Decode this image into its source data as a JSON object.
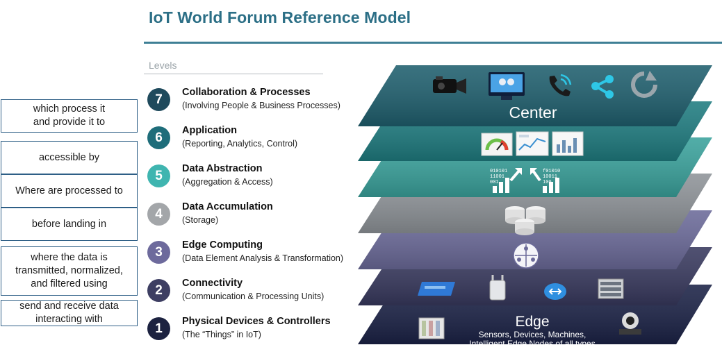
{
  "header": {
    "title": "IoT World Forum Reference Model",
    "levels_label": "Levels"
  },
  "annotations": [
    "which process it\nand provide it to",
    "accessible by",
    "Where are processed to",
    "before landing in",
    "where the data is\ntransmitted, normalized,\nand filtered using",
    "send and receive data\ninteracting with"
  ],
  "levels": [
    {
      "number": "7",
      "name": "Collaboration & Processes",
      "desc": "(Involving People & Business Processes)",
      "color": "#1f4a5c"
    },
    {
      "number": "6",
      "name": "Application",
      "desc": "(Reporting, Analytics, Control)",
      "color": "#1e6d7a"
    },
    {
      "number": "5",
      "name": "Data Abstraction",
      "desc": "(Aggregation & Access)",
      "color": "#3fb5b0"
    },
    {
      "number": "4",
      "name": "Data Accumulation",
      "desc": "(Storage)",
      "color": "#a3a6a9"
    },
    {
      "number": "3",
      "name": "Edge Computing",
      "desc": "(Data Element Analysis & Transformation)",
      "color": "#6d6a9c"
    },
    {
      "number": "2",
      "name": "Connectivity",
      "desc": "(Communication & Processing Units)",
      "color": "#3d3e62"
    },
    {
      "number": "1",
      "name": "Physical Devices & Controllers",
      "desc": "(The “Things” in IoT)",
      "color": "#1c2240"
    }
  ],
  "stack": {
    "center_label": "Center",
    "edge_label": "Edge",
    "edge_sub1": "Sensors, Devices, Machines,",
    "edge_sub2": "Intelligent Edge Nodes of all types",
    "layer_colors": [
      "#1f5f6e",
      "#1f7c80",
      "#3aa29c",
      "#8e9398",
      "#6b6a99",
      "#38395e",
      "#1b2246"
    ],
    "icons": {
      "level7": [
        "video-camera-icon",
        "telepresence-screen-icon",
        "phone-icon",
        "share-icon",
        "sync-icon"
      ],
      "level6": [
        "gauge-dashboard-icon",
        "chart-report-icon",
        "bar-report-icon"
      ],
      "level5": [
        "binary-up-icon",
        "binary-down-icon"
      ],
      "level4": [
        "database-icon"
      ],
      "level3": [
        "network-globe-icon"
      ],
      "level2": [
        "switch-icon",
        "access-point-icon",
        "router-icon",
        "server-rack-icon"
      ],
      "level1": [
        "controller-panel-icon",
        "camera-device-icon"
      ]
    }
  }
}
